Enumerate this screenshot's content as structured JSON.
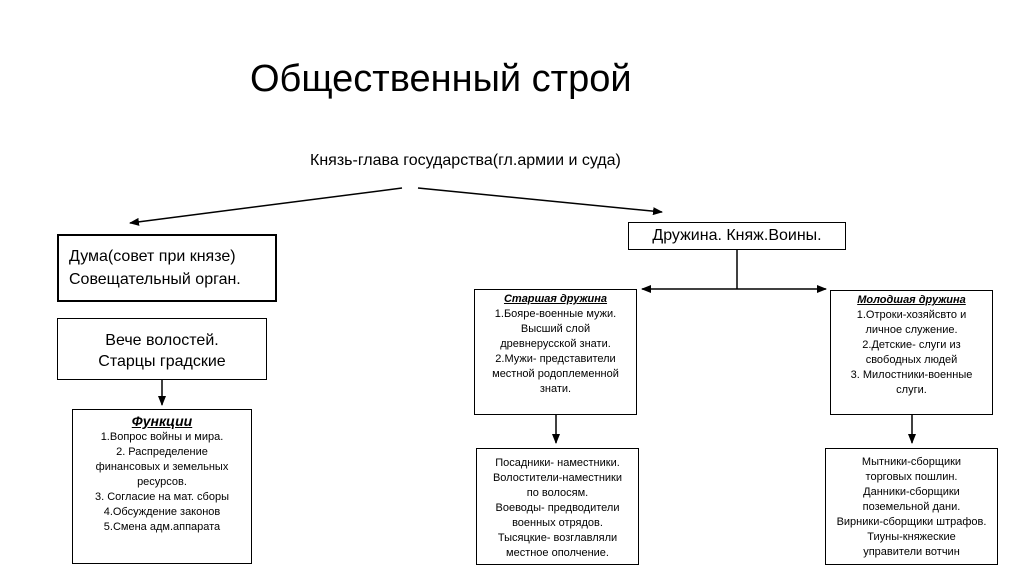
{
  "title": "Общественный строй",
  "head": "Князь-глава государства(гл.армии и суда)",
  "duma": {
    "lines": [
      "Дума(совет при князе)",
      "Совещательный орган."
    ]
  },
  "veche": {
    "lines": [
      "Вече волостей.",
      "Старцы градские"
    ]
  },
  "functions": {
    "header": "Функции",
    "lines": [
      "1.Вопрос войны и мира.",
      "2. Распределение",
      "финансовых и земельных",
      "ресурсов.",
      "3. Согласие на мат. сборы",
      "4.Обсуждение законов",
      "5.Смена адм.аппарата"
    ]
  },
  "druzhina": "Дружина. Княж.Воины.",
  "senior": {
    "header": "Старшая дружина",
    "lines": [
      "1.Бояре-военные мужи.",
      "Высший слой",
      "древнерусской знати.",
      "2.Мужи- представители",
      "местной родоплеменной",
      "знати."
    ]
  },
  "junior": {
    "header": "Молодшая дружина",
    "lines": [
      "1.Отроки-хозяйсвто и",
      "личное служение.",
      "2.Детские- слуги из",
      "свободных людей",
      "3. Милостники-военные",
      "слуги."
    ]
  },
  "posad": {
    "lines": [
      "Посадники- наместники.",
      "Волостители-наместники",
      "по волосям.",
      "Воеводы- предводители",
      "военных отрядов.",
      "Тысяцкие- возглавляли",
      "местное ополчение."
    ]
  },
  "mytniki": {
    "lines": [
      "Мытники-сборщики",
      "торговых пошлин.",
      "Данники-сборщики",
      "поземельной дани.",
      "Вирники-сборщики штрафов.",
      "Тиуны-княжеские",
      "управители вотчин"
    ]
  }
}
